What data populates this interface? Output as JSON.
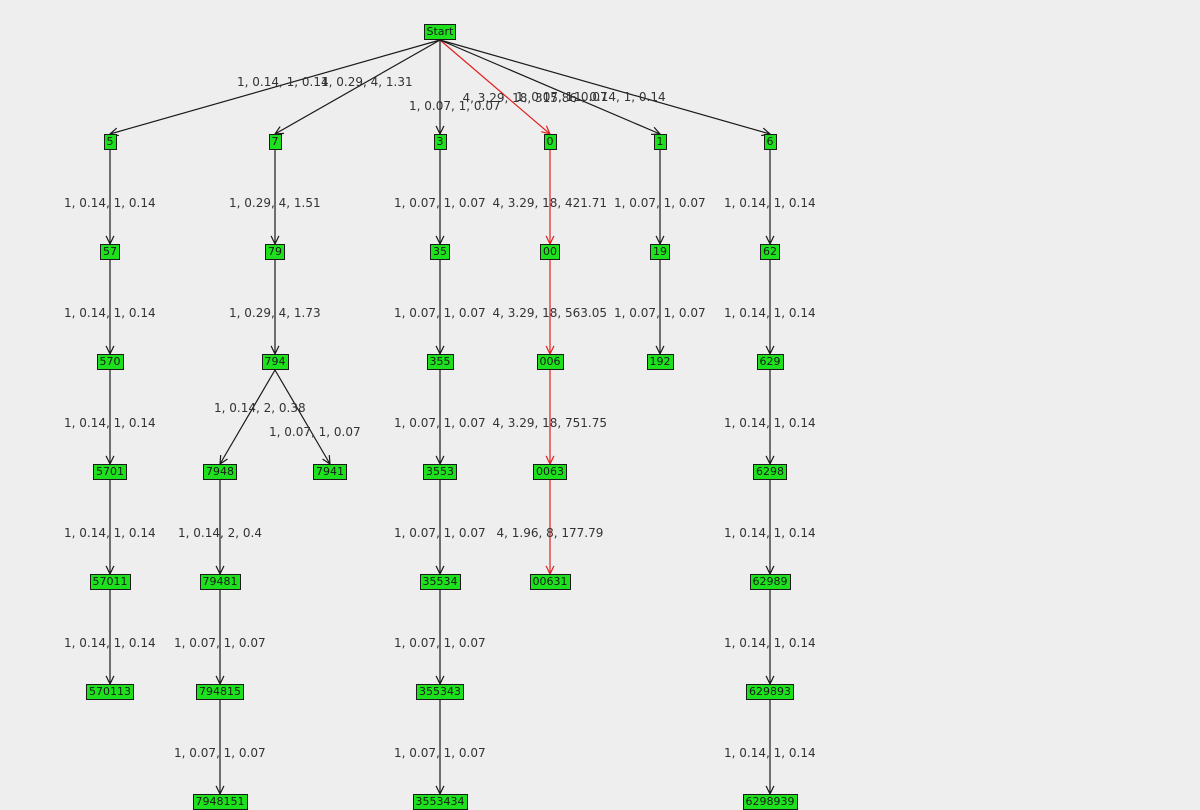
{
  "colors": {
    "background": "#eeeeee",
    "node_fill": "#1ee11e",
    "edge": "#1a1a1a",
    "highlight_edge": "#e02020"
  },
  "nodes": [
    {
      "id": "Start",
      "label": "Start"
    },
    {
      "id": "5",
      "label": "5"
    },
    {
      "id": "7",
      "label": "7"
    },
    {
      "id": "3",
      "label": "3"
    },
    {
      "id": "0",
      "label": "0"
    },
    {
      "id": "1",
      "label": "1"
    },
    {
      "id": "6",
      "label": "6"
    },
    {
      "id": "57",
      "label": "57"
    },
    {
      "id": "570",
      "label": "570"
    },
    {
      "id": "5701",
      "label": "5701"
    },
    {
      "id": "57011",
      "label": "57011"
    },
    {
      "id": "570113",
      "label": "570113"
    },
    {
      "id": "79",
      "label": "79"
    },
    {
      "id": "794",
      "label": "794"
    },
    {
      "id": "7948",
      "label": "7948"
    },
    {
      "id": "7941",
      "label": "7941"
    },
    {
      "id": "79481",
      "label": "79481"
    },
    {
      "id": "794815",
      "label": "794815"
    },
    {
      "id": "7948151",
      "label": "7948151"
    },
    {
      "id": "35",
      "label": "35"
    },
    {
      "id": "355",
      "label": "355"
    },
    {
      "id": "3553",
      "label": "3553"
    },
    {
      "id": "35534",
      "label": "35534"
    },
    {
      "id": "355343",
      "label": "355343"
    },
    {
      "id": "3553434",
      "label": "3553434"
    },
    {
      "id": "00",
      "label": "00"
    },
    {
      "id": "006",
      "label": "006"
    },
    {
      "id": "0063",
      "label": "0063"
    },
    {
      "id": "00631",
      "label": "00631"
    },
    {
      "id": "19",
      "label": "19"
    },
    {
      "id": "192",
      "label": "192"
    },
    {
      "id": "62",
      "label": "62"
    },
    {
      "id": "629",
      "label": "629"
    },
    {
      "id": "6298",
      "label": "6298"
    },
    {
      "id": "62989",
      "label": "62989"
    },
    {
      "id": "629893",
      "label": "629893"
    },
    {
      "id": "6298939",
      "label": "6298939"
    }
  ],
  "edges": [
    {
      "from": "Start",
      "to": "5",
      "label": "1, 0.14, 1, 0.14",
      "highlight": false
    },
    {
      "from": "Start",
      "to": "7",
      "label": "1, 0.29, 4, 1.31",
      "highlight": false
    },
    {
      "from": "Start",
      "to": "3",
      "label": "1, 0.07, 1, 0.07",
      "highlight": false
    },
    {
      "from": "Start",
      "to": "0",
      "label": "4, 3.29, 18, 315.86",
      "highlight": true
    },
    {
      "from": "Start",
      "to": "1",
      "label": "1, 0.07, 1, 0.07",
      "highlight": false
    },
    {
      "from": "Start",
      "to": "6",
      "label": "1, 0.14, 1, 0.14",
      "highlight": false
    },
    {
      "from": "5",
      "to": "57",
      "label": "1, 0.14, 1, 0.14",
      "highlight": false
    },
    {
      "from": "57",
      "to": "570",
      "label": "1, 0.14, 1, 0.14",
      "highlight": false
    },
    {
      "from": "570",
      "to": "5701",
      "label": "1, 0.14, 1, 0.14",
      "highlight": false
    },
    {
      "from": "5701",
      "to": "57011",
      "label": "1, 0.14, 1, 0.14",
      "highlight": false
    },
    {
      "from": "57011",
      "to": "570113",
      "label": "1, 0.14, 1, 0.14",
      "highlight": false
    },
    {
      "from": "7",
      "to": "79",
      "label": "1, 0.29, 4, 1.51",
      "highlight": false
    },
    {
      "from": "79",
      "to": "794",
      "label": "1, 0.29, 4, 1.73",
      "highlight": false
    },
    {
      "from": "794",
      "to": "7948",
      "label": "1, 0.14, 2, 0.38",
      "highlight": false
    },
    {
      "from": "794",
      "to": "7941",
      "label": "1, 0.07, 1, 0.07",
      "highlight": false
    },
    {
      "from": "7948",
      "to": "79481",
      "label": "1, 0.14, 2, 0.4",
      "highlight": false
    },
    {
      "from": "79481",
      "to": "794815",
      "label": "1, 0.07, 1, 0.07",
      "highlight": false
    },
    {
      "from": "794815",
      "to": "7948151",
      "label": "1, 0.07, 1, 0.07",
      "highlight": false
    },
    {
      "from": "3",
      "to": "35",
      "label": "1, 0.07, 1, 0.07",
      "highlight": false
    },
    {
      "from": "35",
      "to": "355",
      "label": "1, 0.07, 1, 0.07",
      "highlight": false
    },
    {
      "from": "355",
      "to": "3553",
      "label": "1, 0.07, 1, 0.07",
      "highlight": false
    },
    {
      "from": "3553",
      "to": "35534",
      "label": "1, 0.07, 1, 0.07",
      "highlight": false
    },
    {
      "from": "35534",
      "to": "355343",
      "label": "1, 0.07, 1, 0.07",
      "highlight": false
    },
    {
      "from": "355343",
      "to": "3553434",
      "label": "1, 0.07, 1, 0.07",
      "highlight": false
    },
    {
      "from": "0",
      "to": "00",
      "label": "4, 3.29, 18, 421.71",
      "highlight": true
    },
    {
      "from": "00",
      "to": "006",
      "label": "4, 3.29, 18, 563.05",
      "highlight": true
    },
    {
      "from": "006",
      "to": "0063",
      "label": "4, 3.29, 18, 751.75",
      "highlight": true
    },
    {
      "from": "0063",
      "to": "00631",
      "label": "4, 1.96, 8, 177.79",
      "highlight": true
    },
    {
      "from": "1",
      "to": "19",
      "label": "1, 0.07, 1, 0.07",
      "highlight": false
    },
    {
      "from": "19",
      "to": "192",
      "label": "1, 0.07, 1, 0.07",
      "highlight": false
    },
    {
      "from": "6",
      "to": "62",
      "label": "1, 0.14, 1, 0.14",
      "highlight": false
    },
    {
      "from": "62",
      "to": "629",
      "label": "1, 0.14, 1, 0.14",
      "highlight": false
    },
    {
      "from": "629",
      "to": "6298",
      "label": "1, 0.14, 1, 0.14",
      "highlight": false
    },
    {
      "from": "6298",
      "to": "62989",
      "label": "1, 0.14, 1, 0.14",
      "highlight": false
    },
    {
      "from": "62989",
      "to": "629893",
      "label": "1, 0.14, 1, 0.14",
      "highlight": false
    },
    {
      "from": "629893",
      "to": "6298939",
      "label": "1, 0.14, 1, 0.14",
      "highlight": false
    }
  ]
}
